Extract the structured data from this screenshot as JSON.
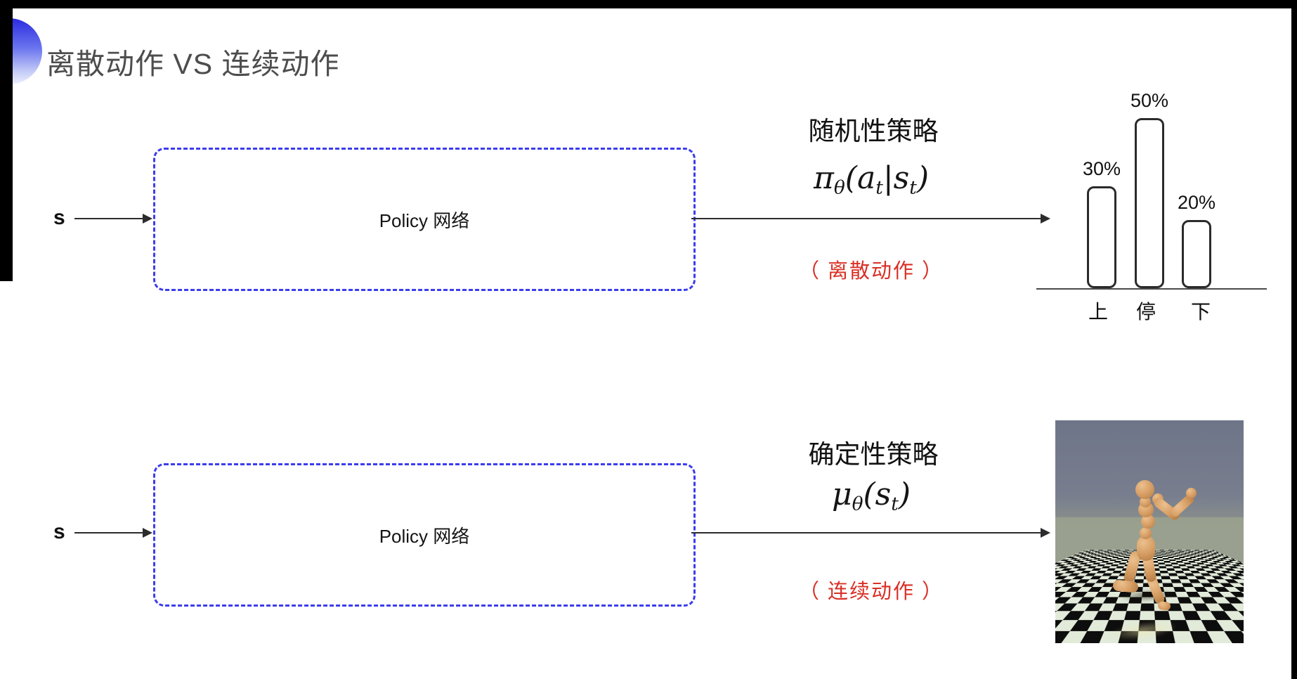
{
  "slide": {
    "title": "离散动作 VS 连续动作"
  },
  "top_flow": {
    "input_label": "s",
    "box_label": "Policy 网络",
    "policy_title": "随机性策略",
    "formula_parts": [
      "π",
      "θ",
      "(a",
      "t",
      "|s",
      "t",
      ")"
    ],
    "formula_text": "πθ(at|st)",
    "action_note": "（ 离散动作 ）"
  },
  "bottom_flow": {
    "input_label": "s",
    "box_label": "Policy 网络",
    "policy_title": "确定性策略",
    "formula_parts": [
      "μ",
      "θ",
      "(s",
      "t",
      ")"
    ],
    "formula_text": "μθ(st)",
    "action_note": "（ 连续动作 ）"
  },
  "chart_data": {
    "type": "bar",
    "categories": [
      "上",
      "停",
      "下"
    ],
    "values": [
      30,
      50,
      20
    ],
    "value_labels": [
      "30%",
      "50%",
      "20%"
    ],
    "unit": "%",
    "ylim": [
      0,
      55
    ],
    "bar_style": "white fill, dark rounded outline",
    "legend": "none",
    "grid": false
  },
  "robot_image": {
    "alt": "humanoid-robot-simulation-on-checkerboard-floor"
  },
  "colors": {
    "accent_blue_dashed_box": "#3c3cee",
    "note_red": "#d93025",
    "title_gray": "#4d4d4d",
    "line_dark": "#2c2c2c"
  }
}
